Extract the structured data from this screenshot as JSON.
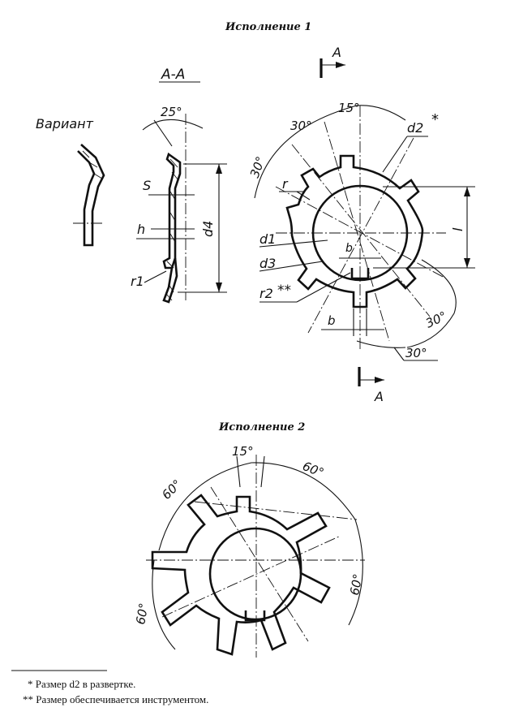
{
  "titles": {
    "variant1": "Исполнение 1",
    "variant2": "Исполнение 2",
    "section": "А-А",
    "variant_label": "Вариант"
  },
  "labels": {
    "angle25": "25°",
    "s": "S",
    "h": "h",
    "r1": "r1",
    "d4": "d4",
    "angle30_top": "30°",
    "angle15_top": "15°",
    "angle30_left": "30°",
    "d2": "d2",
    "star": "*",
    "r": "r",
    "d1": "d1",
    "d3": "d3",
    "r2": "r2",
    "dstar": "**",
    "b_inner": "b",
    "b_outer": "b",
    "l": "l",
    "angle30_right": "30°",
    "angle30_bottom": "30°",
    "section_a_top": "А",
    "section_a_bottom": "А"
  },
  "labels2": {
    "angle15": "15°",
    "angle60_tl": "60°",
    "angle60_tr": "60°",
    "angle60_r": "60°",
    "angle60_l": "60°"
  },
  "footnotes": {
    "note1": "* Размер d2 в развертке.",
    "note2": "** Размер обеспечивается инструментом."
  }
}
